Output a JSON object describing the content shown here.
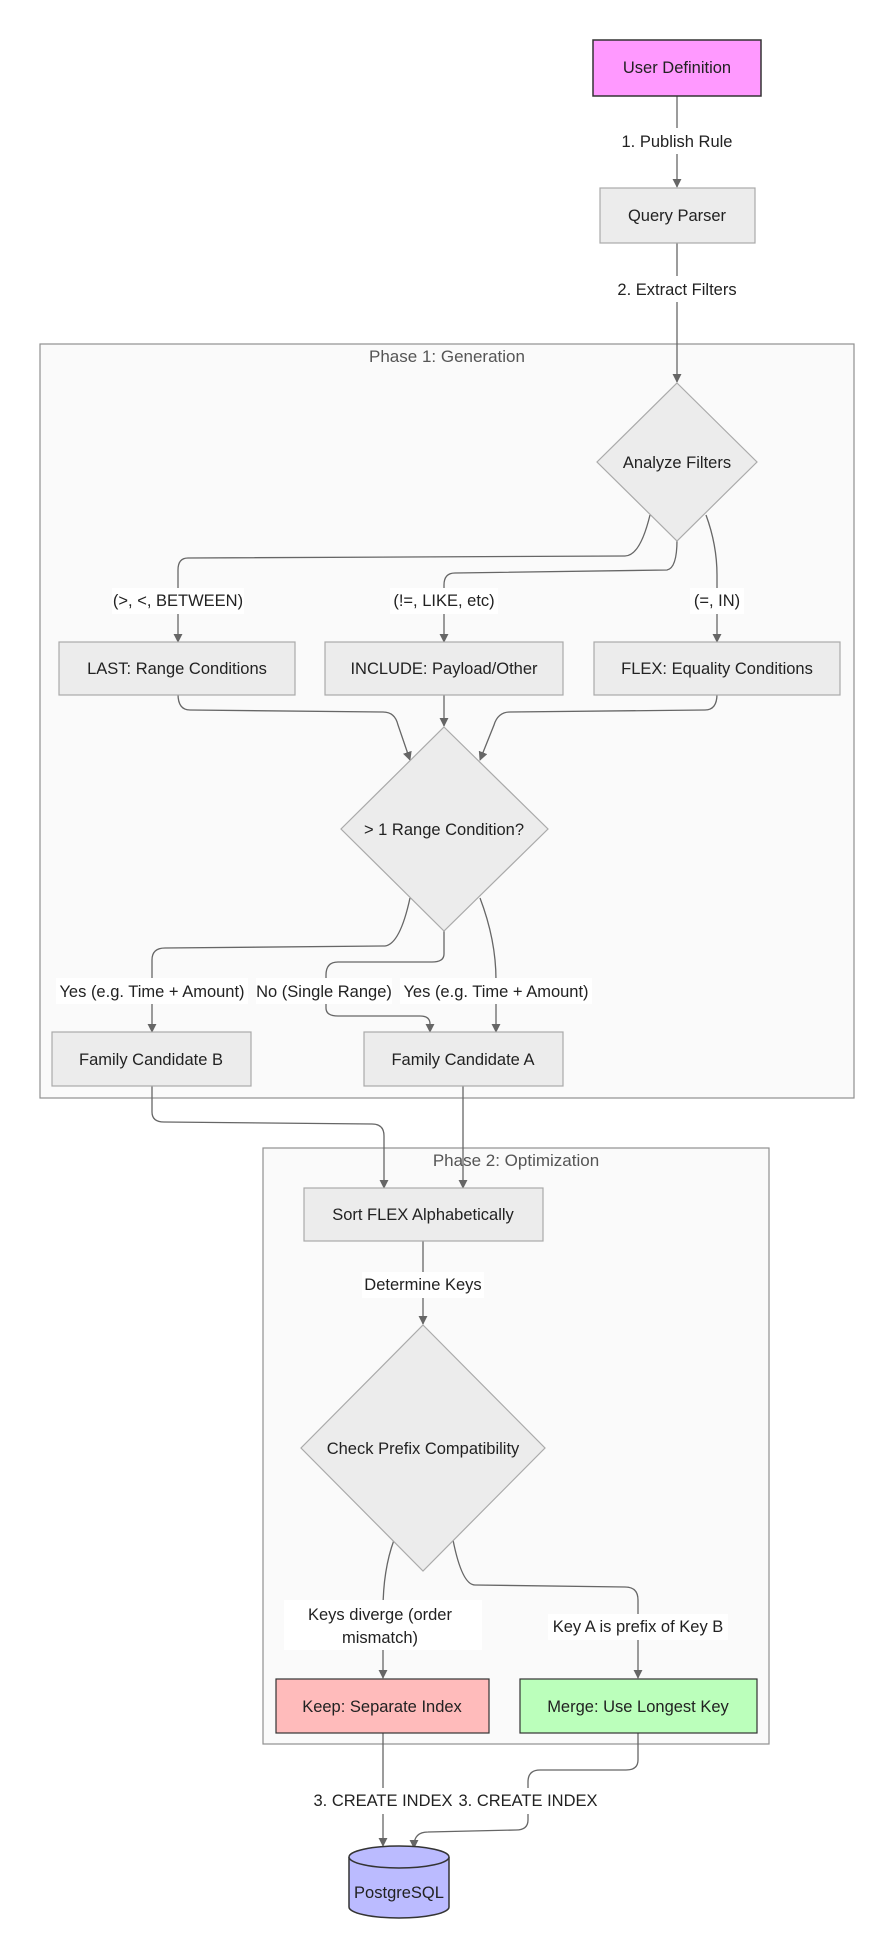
{
  "colors": {
    "user_definition": "#ff99ff",
    "keep_separate": "#ffbbbb",
    "merge_longest": "#bbffbb",
    "postgres": "#bbbbff",
    "node_default": "#ececec",
    "cluster_fill": "#fafafa"
  },
  "clusters": {
    "phase1": "Phase 1: Generation",
    "phase2": "Phase 2: Optimization"
  },
  "nodes": {
    "user_definition": "User Definition",
    "query_parser": "Query Parser",
    "analyze_filters": "Analyze Filters",
    "last_range": "LAST: Range Conditions",
    "include_payload": "INCLUDE: Payload/Other",
    "flex_equality": "FLEX: Equality Conditions",
    "range_check": "> 1 Range Condition?",
    "family_b": "Family Candidate B",
    "family_a": "Family Candidate A",
    "sort_flex": "Sort FLEX Alphabetically",
    "check_prefix": "Check Prefix Compatibility",
    "keep_separate": "Keep: Separate Index",
    "merge_longest": "Merge: Use Longest Key",
    "postgresql": "PostgreSQL"
  },
  "edge_labels": {
    "publish_rule": "1. Publish Rule",
    "extract_filters": "2. Extract Filters",
    "range_ops": "(>, <, BETWEEN)",
    "other_ops": "(!=, LIKE, etc)",
    "equality_ops": "(=, IN)",
    "yes_b": "Yes (e.g. Time + Amount)",
    "no_single": "No (Single Range)",
    "yes_a": "Yes (e.g. Time + Amount)",
    "determine_keys": "Determine Keys",
    "keys_diverge_1": "Keys diverge (order",
    "keys_diverge_2": "mismatch)",
    "prefix_of": "Key A is prefix of Key B",
    "create_index_1": "3. CREATE INDEX",
    "create_index_2": "3. CREATE INDEX"
  }
}
